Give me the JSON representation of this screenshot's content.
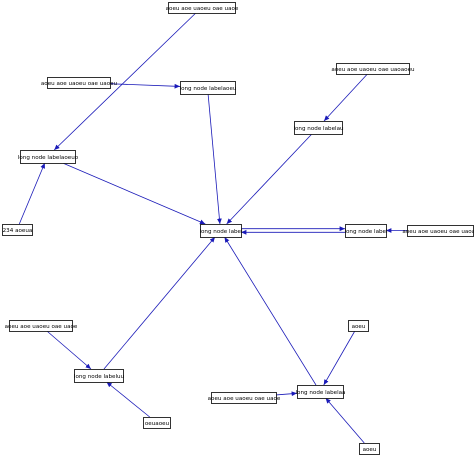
{
  "graph": {
    "edge_color": "#1a1ab8",
    "nodes": [
      {
        "id": "n1",
        "label": "aoeu aoe uaoeu oae uaoe"
      },
      {
        "id": "n2",
        "label": "long node labelaoeu"
      },
      {
        "id": "n3",
        "label": "aoeu aoe uaoeu oae uaoeu"
      },
      {
        "id": "n4",
        "label": "aoeu aoe uaoeu oae uaoaoeu"
      },
      {
        "id": "n5",
        "label": "long node labelaoeuo"
      },
      {
        "id": "n6",
        "label": "long node labelau"
      },
      {
        "id": "n7",
        "label": "234 aoeua"
      },
      {
        "id": "n8",
        "label": "long node label"
      },
      {
        "id": "n9",
        "label": "long node label"
      },
      {
        "id": "n10",
        "label": "aoeu aoe uaoeu oae uaoao"
      },
      {
        "id": "n11",
        "label": "aoeu aoe uaoeu oae uaoe"
      },
      {
        "id": "n12",
        "label": "aoeu"
      },
      {
        "id": "n13",
        "label": "long node labeluu"
      },
      {
        "id": "n14",
        "label": "long node labelaa"
      },
      {
        "id": "n15",
        "label": "aoeu aoe uaoeu oae uaoe"
      },
      {
        "id": "n16",
        "label": "oeuaoeu"
      },
      {
        "id": "n17",
        "label": "aoeu"
      }
    ],
    "edges": [
      {
        "from": "n3",
        "to": "n2"
      },
      {
        "from": "n2",
        "to": "n8"
      },
      {
        "from": "n1",
        "to": "n5"
      },
      {
        "from": "n7",
        "to": "n5"
      },
      {
        "from": "n5",
        "to": "n8"
      },
      {
        "from": "n4",
        "to": "n6"
      },
      {
        "from": "n6",
        "to": "n8"
      },
      {
        "from": "n8",
        "to": "n9"
      },
      {
        "from": "n9",
        "to": "n8"
      },
      {
        "from": "n10",
        "to": "n9"
      },
      {
        "from": "n13",
        "to": "n8"
      },
      {
        "from": "n14",
        "to": "n8"
      },
      {
        "from": "n11",
        "to": "n13"
      },
      {
        "from": "n16",
        "to": "n13"
      },
      {
        "from": "n12",
        "to": "n14"
      },
      {
        "from": "n15",
        "to": "n14"
      },
      {
        "from": "n17",
        "to": "n14"
      }
    ]
  }
}
